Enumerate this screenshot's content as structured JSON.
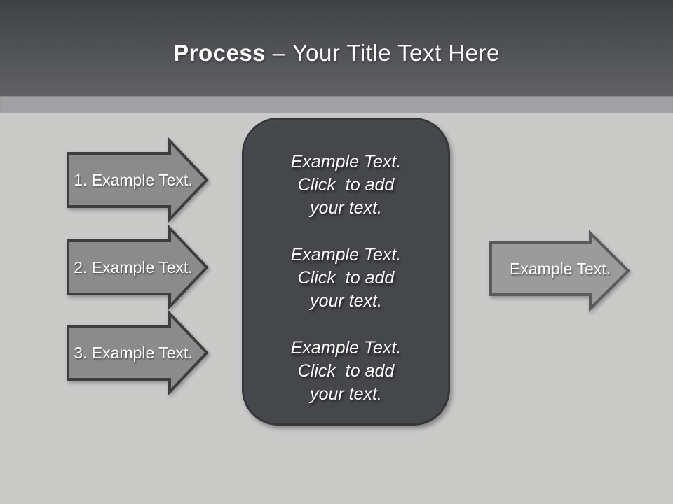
{
  "title": {
    "emphasis": "Process",
    "rest": " – Your Title Text Here"
  },
  "left_arrows": [
    {
      "label": "1. Example Text."
    },
    {
      "label": "2. Example Text."
    },
    {
      "label": "3. Example Text."
    }
  ],
  "center_panel": {
    "blocks": [
      {
        "lines": [
          "Example Text.",
          "Click  to add",
          "your text."
        ]
      },
      {
        "lines": [
          "Example Text.",
          "Click  to add",
          "your text."
        ]
      },
      {
        "lines": [
          "Example Text.",
          "Click  to add",
          "your text."
        ]
      }
    ]
  },
  "right_arrow": {
    "label": "Example Text."
  },
  "colors": {
    "header_top": "#3f4145",
    "header_bottom": "#616265",
    "band": "#a1a1a3",
    "canvas_bg": "#cacac9",
    "arrow_fill": "#8b8b8b",
    "arrow_border": "#3e3e3e",
    "arrow_right_fill": "#9b9b9b",
    "arrow_right_border": "#5b5b5e",
    "panel_fill": "#45474b",
    "panel_border": "#35373a",
    "text_light": "#ffffff"
  }
}
